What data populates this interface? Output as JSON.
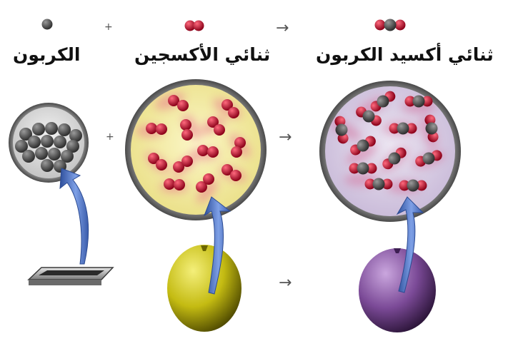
{
  "labels": {
    "carbon": "الكربون",
    "oxygen": "ثنائي الأكسجين",
    "carbon_dioxide": "ثنائي أكسيد الكربون"
  },
  "operators": {
    "plus": "+",
    "arrow": "→"
  },
  "colors": {
    "carbon_atom": "#555555",
    "oxygen_atom": "#c8102e",
    "oxygen_gas_fill": "#f4ec9a",
    "co2_gas_fill": "#d8cde3",
    "oxygen_balloon": "#c9c218",
    "co2_balloon": "#7a4c96",
    "pointer_arrow": "#5a7fc9"
  }
}
